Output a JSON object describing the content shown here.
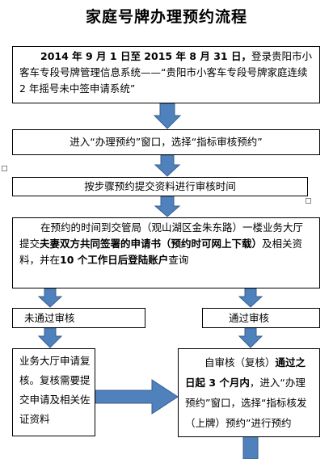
{
  "title": "家庭号牌办理预约流程",
  "steps": {
    "step1": {
      "part1": "2014 年 9 月 1 日至 2015 年 8 月 31 日，",
      "part2": "登录贵阳市小客车专段号牌管理信息系统——“贵阳市小客车专段号牌家庭连续 2 年摇号未中签申请系统”"
    },
    "step2": "进入“办理预约”窗口，选择“指标审核预约”",
    "step3": "按步骤预约提交资料进行审核时间",
    "step4": {
      "p1": "在预约的时间到交管局（观山湖区金朱东路）一楼业务大厅提交",
      "b1": "夫妻双方共同签署的申请书（预约时可网上下载）",
      "p2": "及相关资料，并在",
      "b2": "10 个工作日后登陆账户",
      "p3": "查询"
    },
    "not_passed": {
      "label": "未通过审核",
      "detail": "业务大厅申请复核。复核需要提交申请及相关佐证资料"
    },
    "passed": {
      "label": "通过审核",
      "d1": "自审核（复核）",
      "d2": "通过之日起 3 个月内",
      "d3": "，进入“办理预约”窗口，选择“指标核发（上牌）预约”进行预约"
    }
  },
  "colors": {
    "arrow": "#4f81bd",
    "arrow_edge": "#385d8a"
  },
  "icons": [
    "move-handle-icon",
    "resize-handle-icon"
  ]
}
